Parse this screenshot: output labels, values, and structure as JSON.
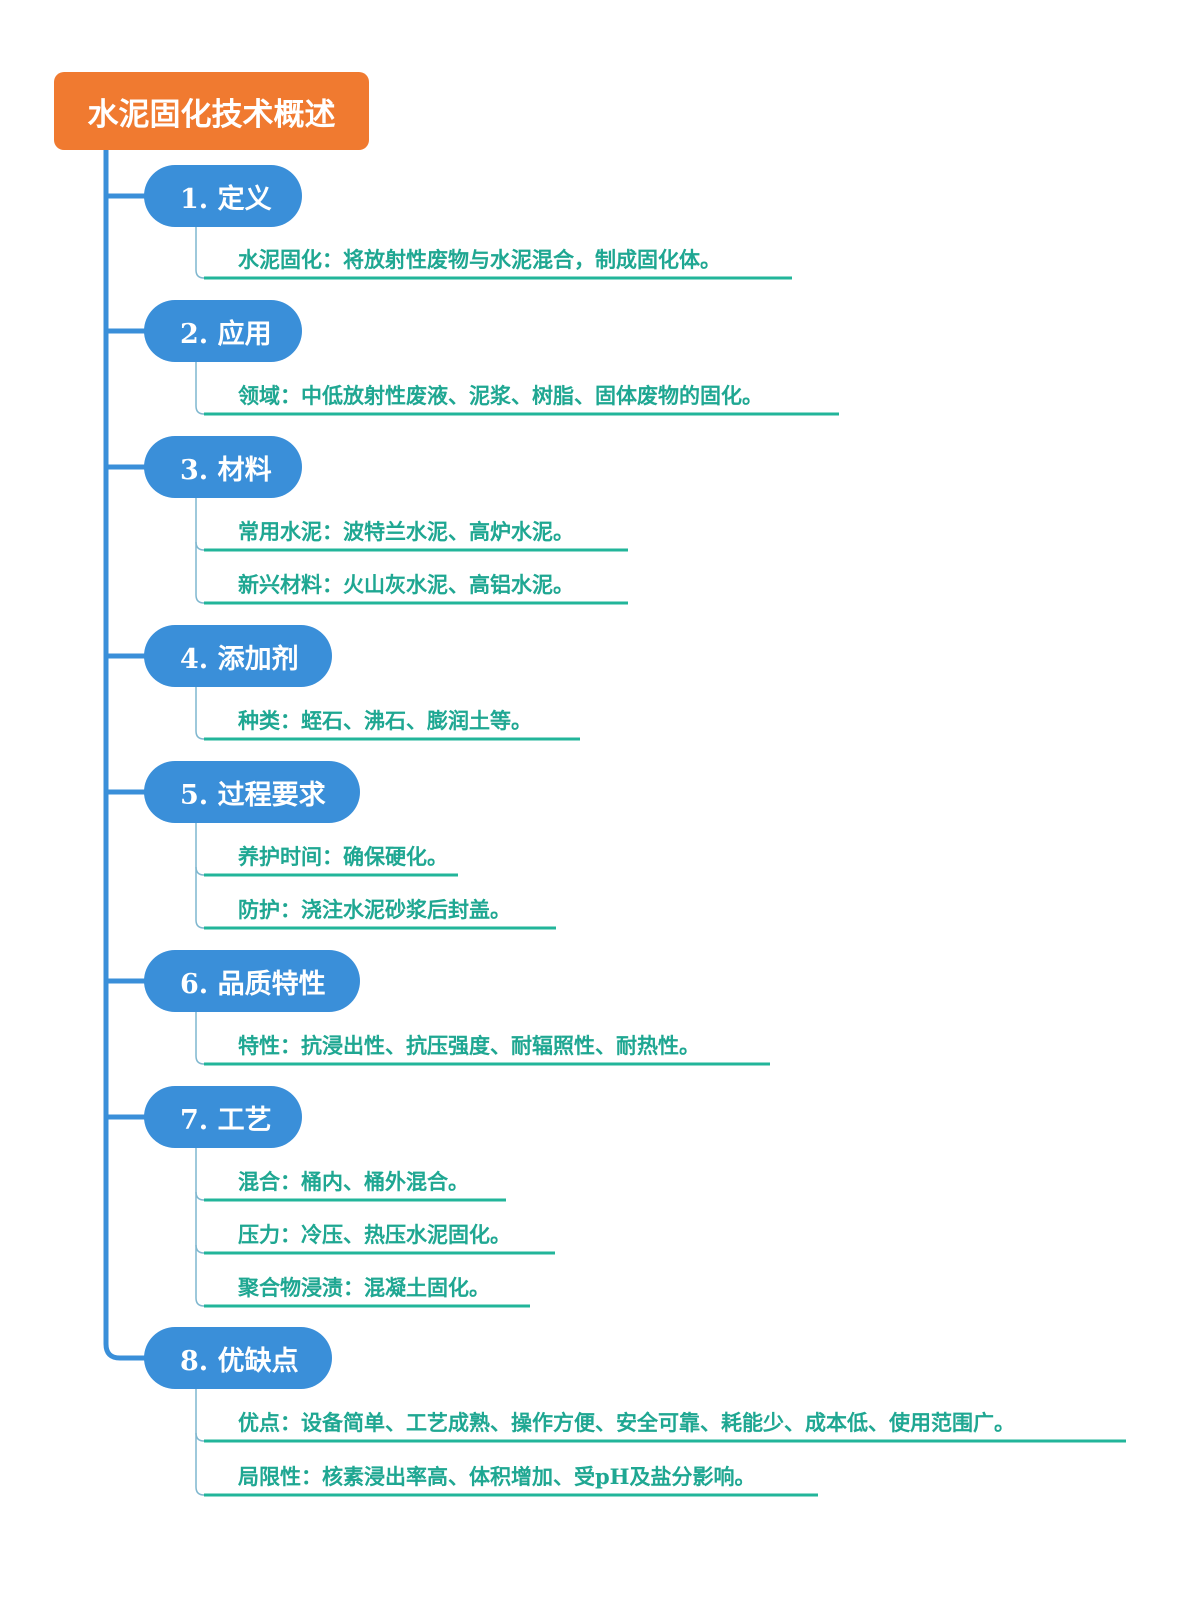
{
  "root": {
    "title": "水泥固化技术概述"
  },
  "colors": {
    "root": "#F07A30",
    "section": "#3A8FD9",
    "trunk": "#3A8FD9",
    "item_text": "#1FA792",
    "item_underline": "#22B59A",
    "branch": "#7FB7CF"
  },
  "sections": [
    {
      "label": "1. 定义",
      "items": [
        "水泥固化：将放射性废物与水泥混合，制成固化体。"
      ]
    },
    {
      "label": "2. 应用",
      "items": [
        "领域：中低放射性废液、泥浆、树脂、固体废物的固化。"
      ]
    },
    {
      "label": "3. 材料",
      "items": [
        "常用水泥：波特兰水泥、高炉水泥。",
        "新兴材料：火山灰水泥、高铝水泥。"
      ]
    },
    {
      "label": "4. 添加剂",
      "items": [
        "种类：蛭石、沸石、膨润土等。"
      ]
    },
    {
      "label": "5. 过程要求",
      "items": [
        "养护时间：确保硬化。",
        "防护：浇注水泥砂浆后封盖。"
      ]
    },
    {
      "label": "6. 品质特性",
      "items": [
        "特性：抗浸出性、抗压强度、耐辐照性、耐热性。"
      ]
    },
    {
      "label": "7. 工艺",
      "items": [
        "混合：桶内、桶外混合。",
        "压力：冷压、热压水泥固化。",
        "聚合物浸渍：混凝土固化。"
      ]
    },
    {
      "label": "8. 优缺点",
      "items": [
        "优点：设备简单、工艺成熟、操作方便、安全可靠、耗能少、成本低、使用范围广。",
        "局限性：核素浸出率高、体积增加、受pH及盐分影响。"
      ]
    }
  ]
}
